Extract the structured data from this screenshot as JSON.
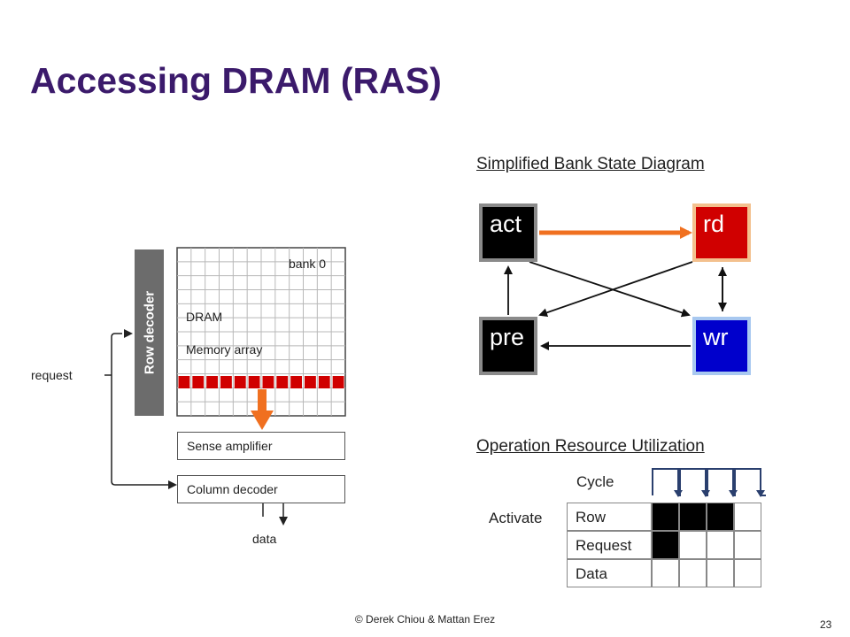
{
  "slide": {
    "title": "Accessing DRAM (RAS)",
    "footer": "© Derek Chiou & Mattan Erez",
    "page_number": "23"
  },
  "dram": {
    "row_decoder": "Row decoder",
    "bank": "bank 0",
    "array_line1": "DRAM",
    "array_line2": "Memory array",
    "sense_amplifier": "Sense amplifier",
    "column_decoder": "Column decoder",
    "request": "request",
    "data": "data"
  },
  "state_diagram": {
    "heading": "Simplified Bank State Diagram",
    "states": {
      "act": "act",
      "rd": "rd",
      "pre": "pre",
      "wr": "wr"
    }
  },
  "utilization": {
    "heading": "Operation Resource Utilization",
    "cycle_label": "Cycle",
    "operation": "Activate",
    "rows": [
      {
        "label": "Row",
        "cells": [
          1,
          1,
          1,
          0
        ]
      },
      {
        "label": "Request",
        "cells": [
          1,
          0,
          0,
          0
        ]
      },
      {
        "label": "Data",
        "cells": [
          0,
          0,
          0,
          0
        ]
      }
    ]
  },
  "colors": {
    "title": "#3b1a6b",
    "row_buffer": "#d00000",
    "transition_highlight": "#f07020",
    "rd_state": "#d00000",
    "wr_state": "#0000cc"
  }
}
